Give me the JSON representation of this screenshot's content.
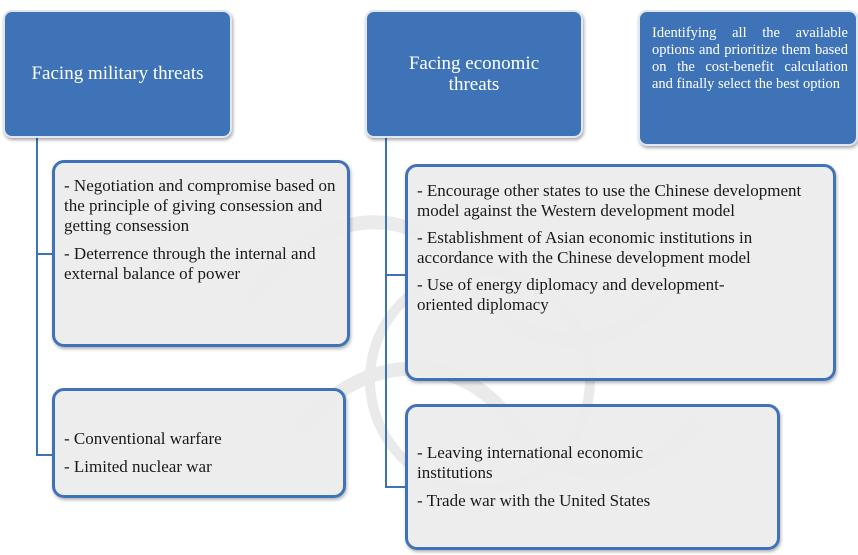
{
  "diagram": {
    "headers": {
      "military": "Facing military threats",
      "economic": "Facing economic threats",
      "options": "Identifying all the available options and prioritize them based on the cost-benefit calculation and finally select the best option"
    },
    "military_cards": [
      {
        "items": [
          "- Negotiation and compromise based on the principle of giving consession and getting consession",
          "- Deterrence through the internal and external balance of power"
        ]
      },
      {
        "items": [
          "- Conventional warfare",
          "- Limited nuclear war"
        ]
      }
    ],
    "economic_cards": [
      {
        "items": [
          "- Encourage other states to use the Chinese development model against the Western development model",
          "- Establishment of Asian economic institutions in accordance with the Chinese development model",
          "- Use of energy diplomacy and development-oriented diplomacy"
        ]
      },
      {
        "items": [
          "- Leaving international economic institutions",
          "- Trade war with the United States"
        ]
      }
    ],
    "colors": {
      "header_fill": "#3f73b8",
      "card_fill": "#ececec",
      "card_border": "#3f73b8",
      "text": "#1a1a1a"
    }
  }
}
